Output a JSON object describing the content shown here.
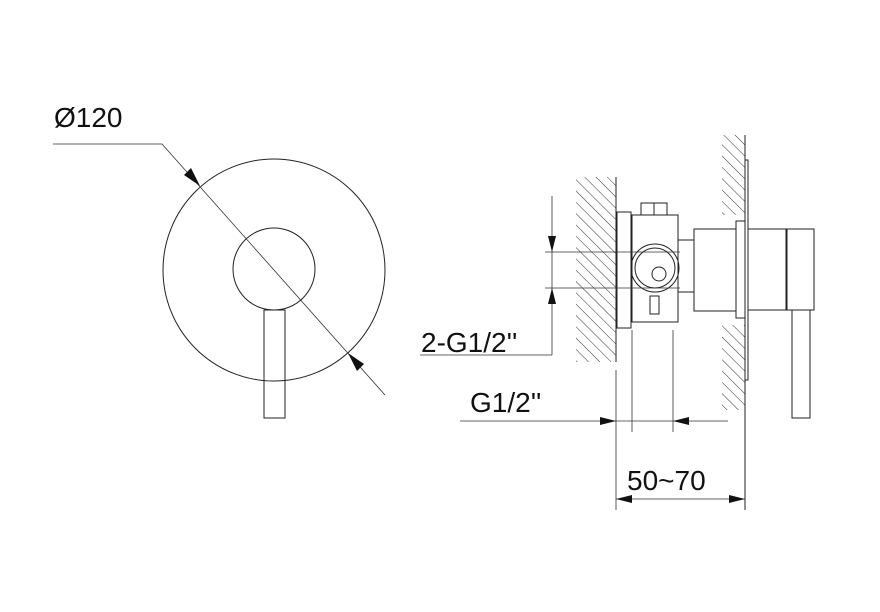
{
  "drawing": {
    "front_view": {
      "diameter_label": "Ø120"
    },
    "side_view": {
      "inlet_label": "2-G1/2''",
      "outlet_label": "G1/2''",
      "wall_depth_label": "50~70"
    }
  }
}
